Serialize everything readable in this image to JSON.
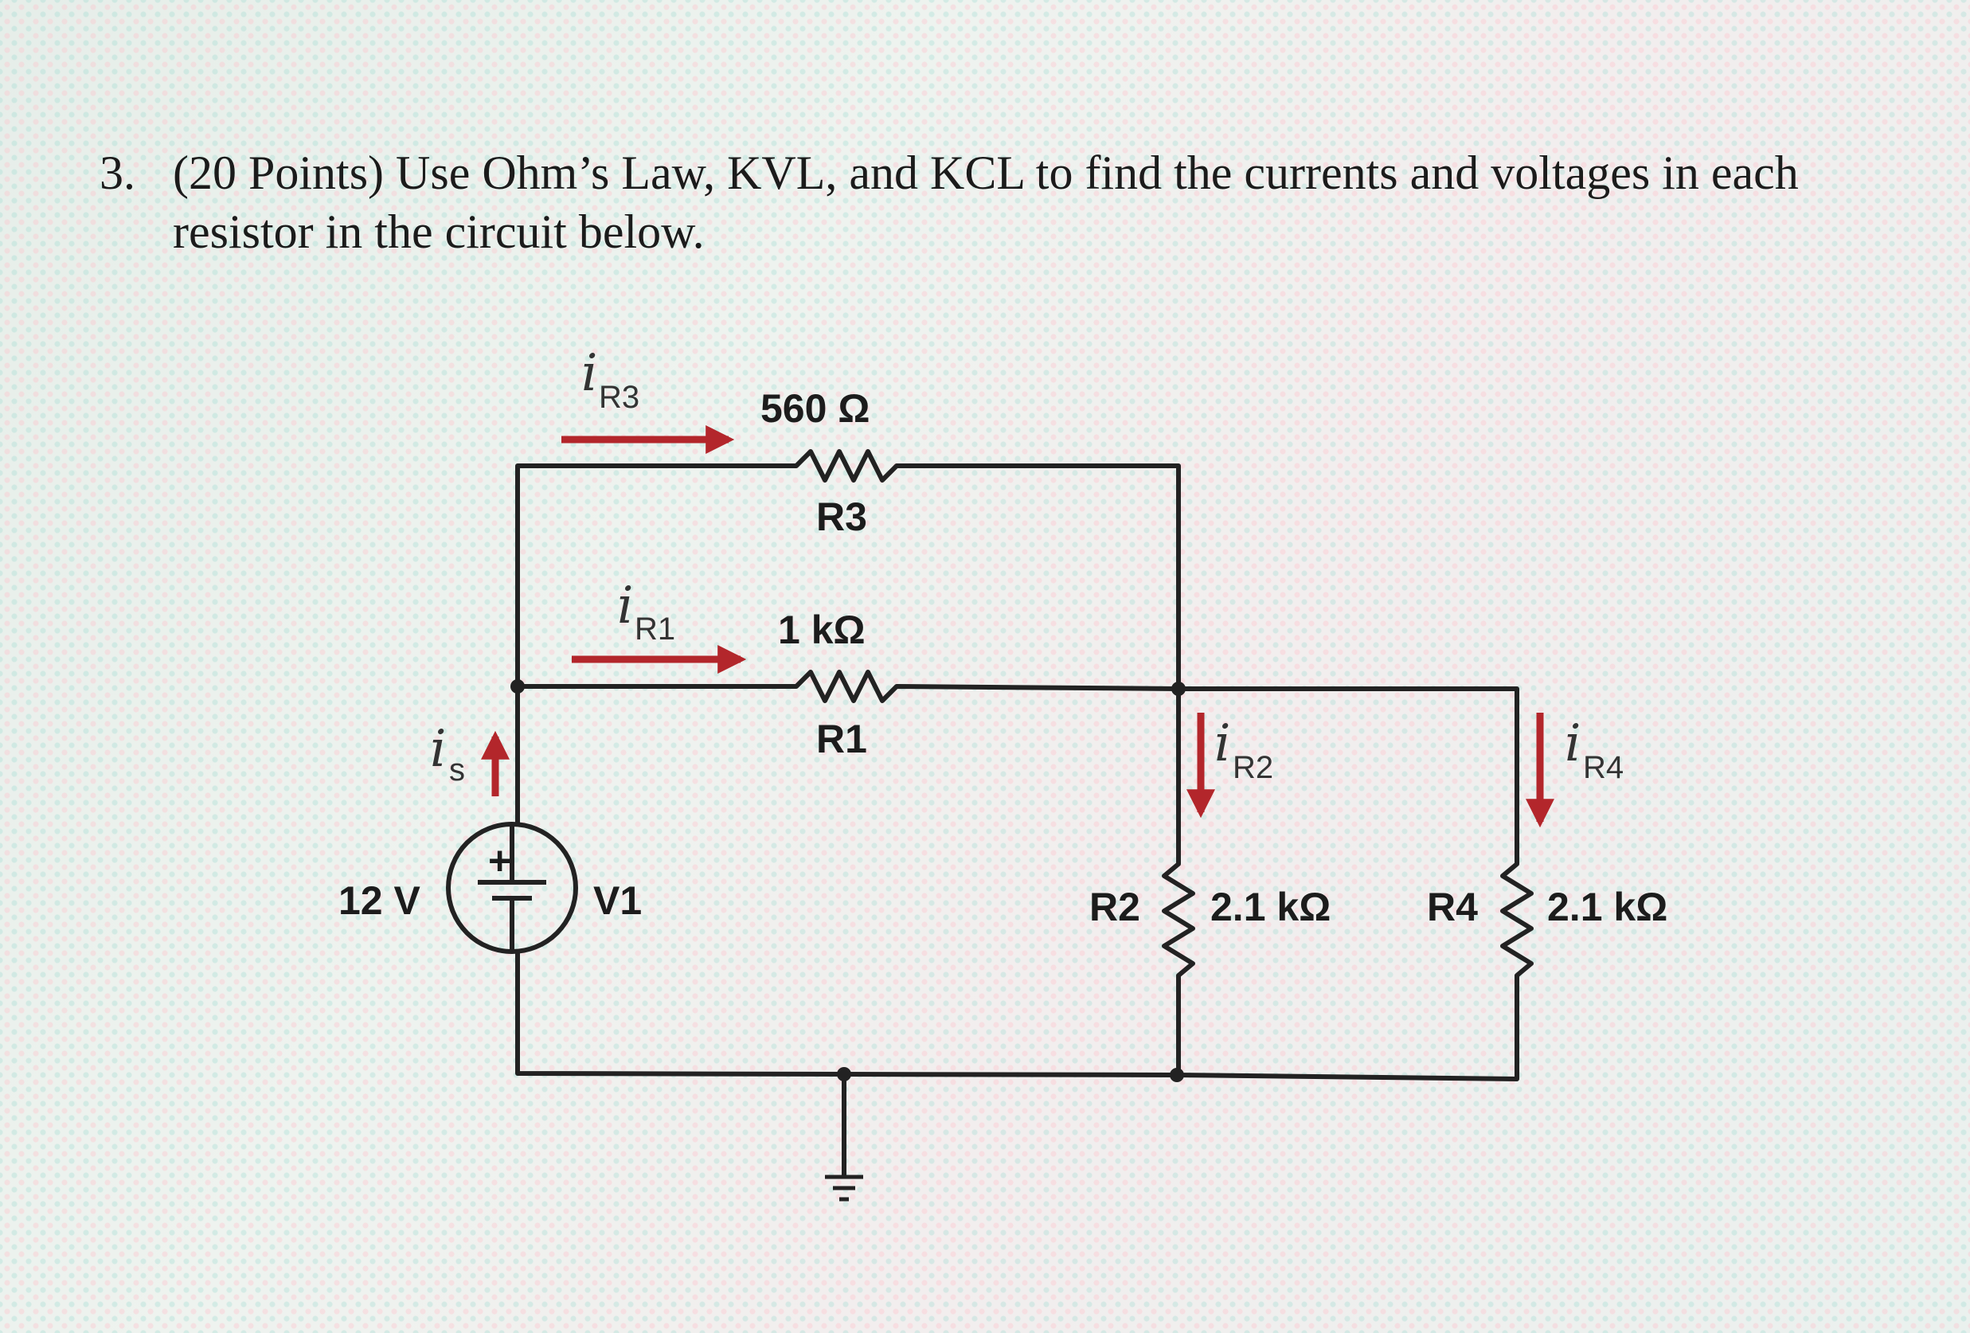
{
  "problem": {
    "number": "3.",
    "text": "(20 Points) Use Ohm’s Law, KVL, and KCL to find the currents and voltages in each resistor in the circuit below."
  },
  "colors": {
    "wire": "#222222",
    "arrow": "#b3262b",
    "text": "#1b1b1b"
  },
  "circuit": {
    "source": {
      "name": "V1",
      "value": "12 V",
      "polarity": "+",
      "current_label": "i",
      "current_sub": "s"
    },
    "r3": {
      "name": "R3",
      "value": "560 Ω",
      "current_label": "i",
      "current_sub": "R3"
    },
    "r1": {
      "name": "R1",
      "value": "1 kΩ",
      "current_label": "i",
      "current_sub": "R1"
    },
    "r2": {
      "name": "R2",
      "value": "2.1 kΩ",
      "current_label": "i",
      "current_sub": "R2"
    },
    "r4": {
      "name": "R4",
      "value": "2.1 kΩ",
      "current_label": "i",
      "current_sub": "R4"
    }
  }
}
